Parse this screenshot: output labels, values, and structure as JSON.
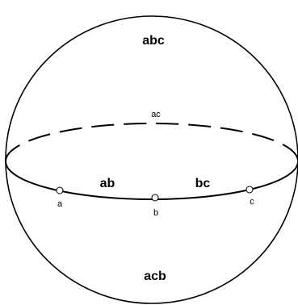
{
  "diagram": {
    "region_labels": {
      "top": "abc",
      "bottom": "acb",
      "left_arc": "ab",
      "right_arc": "bc",
      "back_arc": "ac"
    },
    "point_labels": {
      "a": "a",
      "b": "b",
      "c": "c"
    },
    "colors": {
      "stroke": "#000000",
      "background": "#ffffff",
      "point_fill": "#ffffff"
    }
  }
}
